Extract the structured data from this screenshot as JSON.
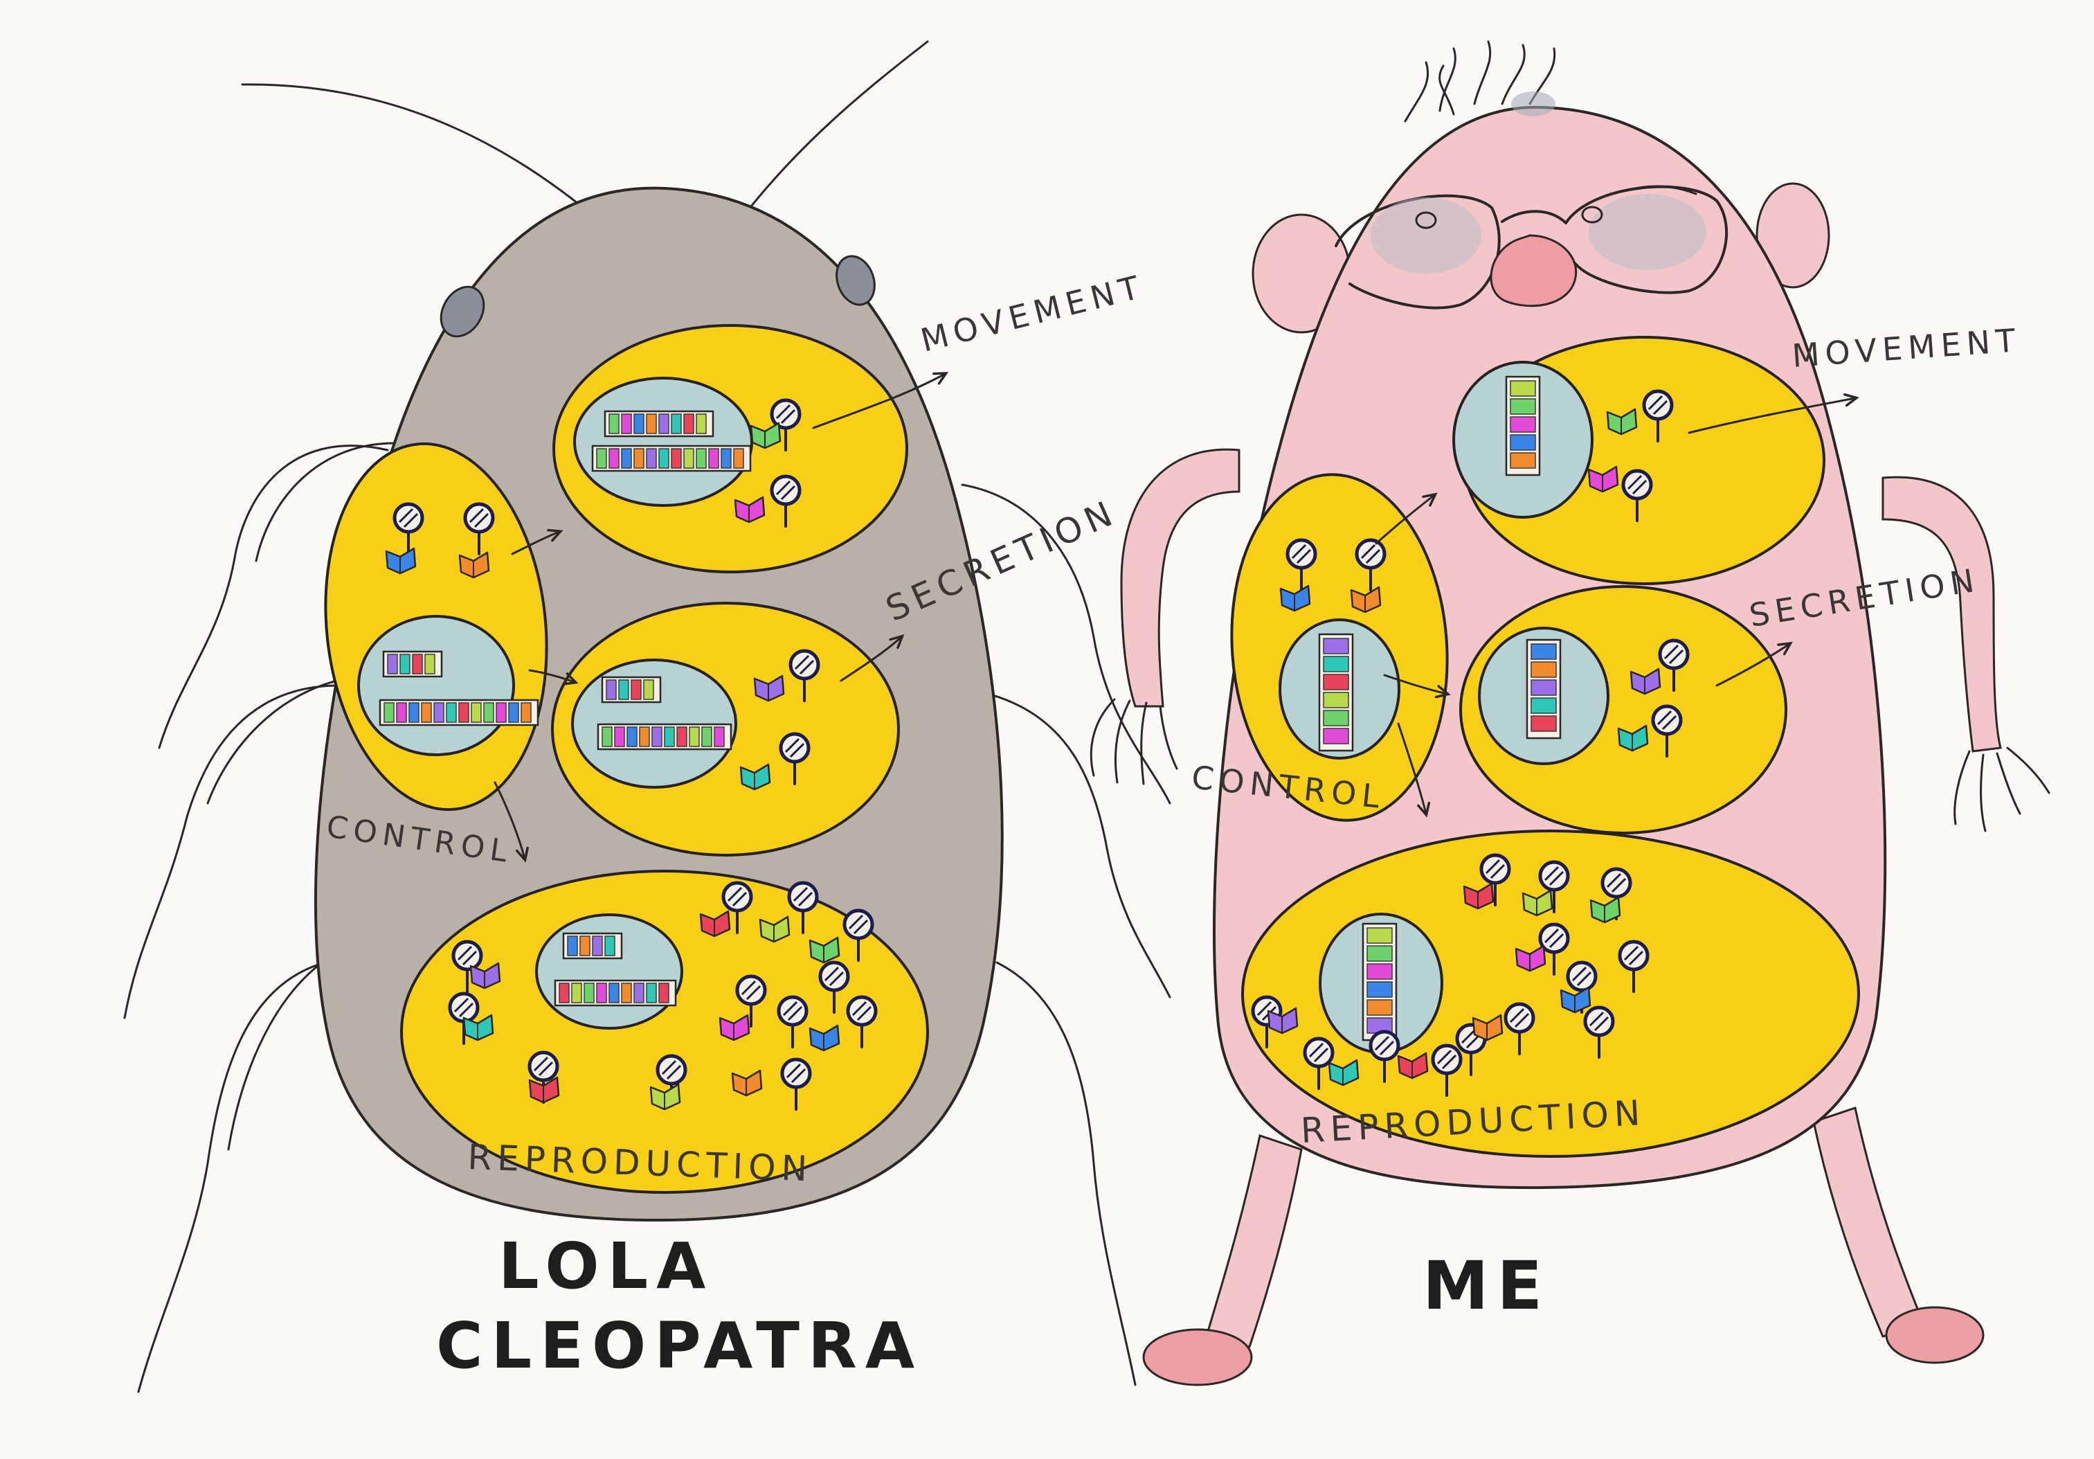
{
  "colors": {
    "paper": "#fbfaf6",
    "insect_body": "#b9b1a7",
    "human_body": "#f3c7c9",
    "cell_yellow": "#f6cf16",
    "nucleus_blue": "#b7d2d3",
    "ink": "#2b2727"
  },
  "left": {
    "label_movement": "MOVEMENT",
    "label_secretion": "SECRETION",
    "label_control": "CONTROL",
    "label_reproduction": "REPRODUCTION",
    "name_line1": "LOLA",
    "name_line2": "CLEOPATRA"
  },
  "right": {
    "label_movement": "MOVEMENT",
    "label_secretion": "SECRETION",
    "label_control": "CONTROL",
    "label_reproduction": "REPRODUCTION",
    "name": "ME"
  },
  "icons": {
    "ribosome": "lollipop-icon",
    "vesicle": "folded-paper-icon",
    "dna_block": "colored-bar-icon"
  }
}
